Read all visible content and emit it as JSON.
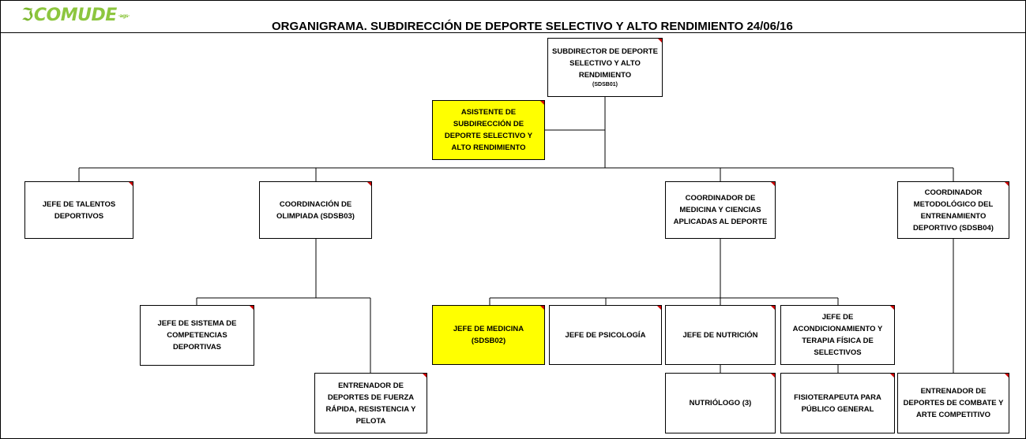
{
  "header": {
    "logo_text": "COMUDE",
    "logo_sub": "·ags·",
    "title": "ORGANIGRAMA.  SUBDIRECCIÓN DE DEPORTE SELECTIVO Y ALTO RENDIMIENTO 24/06/16"
  },
  "colors": {
    "highlight": "#ffff00",
    "logo_green": "#8dc63f",
    "corner_marker": "#d00000"
  },
  "nodes": {
    "subdirector": {
      "label": "SUBDIRECTOR DE DEPORTE SELECTIVO Y ALTO RENDIMIENTO",
      "code": "(SDSB01)"
    },
    "asistente": {
      "label": "ASISTENTE DE SUBDIRECCIÓN DE DEPORTE SELECTIVO Y ALTO RENDIMIENTO"
    },
    "jefe_talentos": {
      "label": "JEFE DE TALENTOS DEPORTIVOS"
    },
    "coord_olimpiada": {
      "label": "COORDINACIÓN DE OLIMPIADA (SDSB03)"
    },
    "coord_medicina": {
      "label": "COORDINADOR DE MEDICINA Y CIENCIAS APLICADAS AL DEPORTE"
    },
    "coord_metodologico": {
      "label": "COORDINADOR METODOLÓGICO  DEL ENTRENAMIENTO DEPORTIVO (SDSB04)"
    },
    "jefe_sistema": {
      "label": "JEFE DE SISTEMA DE COMPETENCIAS DEPORTIVAS"
    },
    "entrenador_fuerza": {
      "label": "ENTRENADOR DE  DEPORTES DE FUERZA RÁPIDA, RESISTENCIA Y PELOTA"
    },
    "jefe_medicina": {
      "label": "JEFE DE MEDICINA (SDSB02)"
    },
    "jefe_psicologia": {
      "label": "JEFE DE PSICOLOGÍA"
    },
    "jefe_nutricion": {
      "label": "JEFE DE NUTRICIÓN"
    },
    "jefe_acondicionamiento": {
      "label": "JEFE DE ACONDICIONAMIENTO Y TERAPIA FÍSICA DE SELECTIVOS"
    },
    "nutriologo": {
      "label": "NUTRIÓLOGO (3)"
    },
    "fisioterapeuta": {
      "label": "FISIOTERAPEUTA PARA PÚBLICO GENERAL"
    },
    "entrenador_combate": {
      "label": "ENTRENADOR DE DEPORTES DE COMBATE Y ARTE COMPETITIVO"
    }
  }
}
